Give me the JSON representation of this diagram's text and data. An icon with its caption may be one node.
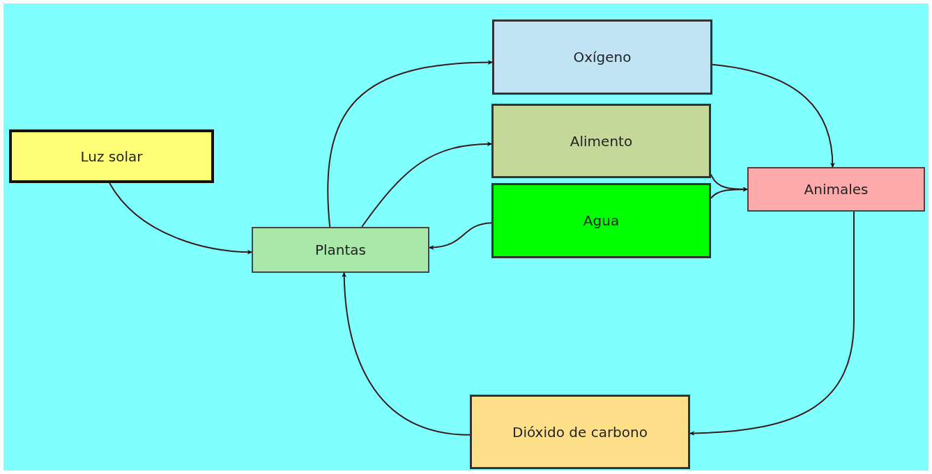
{
  "diagram": {
    "nodes": [
      {
        "text": [
          "Luz solar"
        ]
      },
      {
        "text": [
          "Plantas"
        ]
      },
      {
        "text": [
          "Oxígeno"
        ]
      },
      {
        "text": [
          "Alimento"
        ]
      },
      {
        "text": [
          "Agua"
        ]
      },
      {
        "text": [
          "Animales"
        ]
      },
      {
        "text": [
          "Dióxido de carbono"
        ]
      }
    ],
    "edges": [
      {
        "from": 0,
        "to": 1,
        "arrow": "to"
      },
      {
        "from": 1,
        "to": 2,
        "arrow": "to"
      },
      {
        "from": 1,
        "to": 3,
        "arrow": "to"
      },
      {
        "from": 4,
        "to": 1,
        "arrow": "to"
      },
      {
        "from": 2,
        "to": 5,
        "arrow": "to"
      },
      {
        "from": 3,
        "to": 5,
        "arrow": "to"
      },
      {
        "from": 4,
        "to": 5,
        "arrow": "to"
      },
      {
        "from": 5,
        "to": 6,
        "arrow": "to"
      },
      {
        "from": 6,
        "to": 1,
        "arrow": "to"
      }
    ]
  }
}
